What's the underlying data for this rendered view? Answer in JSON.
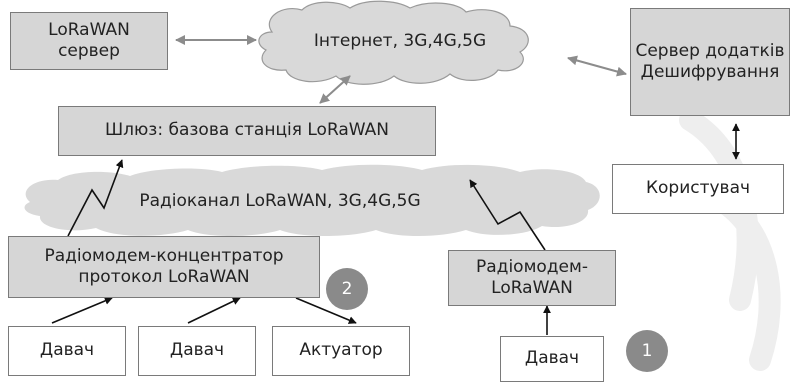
{
  "nodes": {
    "lorawan_server": [
      "LoRaWAN",
      "сервер"
    ],
    "internet": "Інтернет, 3G,4G,5G",
    "app_server": [
      "Сервер додатків",
      "Дешифрування"
    ],
    "gateway": "Шлюз: базова станція LoRaWAN",
    "user": "Користувач",
    "radio_channel": "Радіоканал LoRaWAN, 3G,4G,5G",
    "concentrator": [
      "Радіомодем-концентратор",
      "протокол LoRaWAN"
    ],
    "modem": [
      "Радіомодем-",
      "LoRaWAN"
    ],
    "sensor_1": "Давач",
    "sensor_2": "Давач",
    "actuator": "Актуатор",
    "sensor_3": "Давач"
  },
  "badges": [
    "2",
    "1"
  ],
  "colors": {
    "box_fill": "#d6d6d6",
    "box_border": "#7a7a7a",
    "cloud_fill": "#d9d9d9",
    "arrow_grey": "#8c8c8c",
    "arrow_dark": "#111111",
    "badge_fill": "#8a8a8a",
    "watermark": "#eeeeee"
  }
}
